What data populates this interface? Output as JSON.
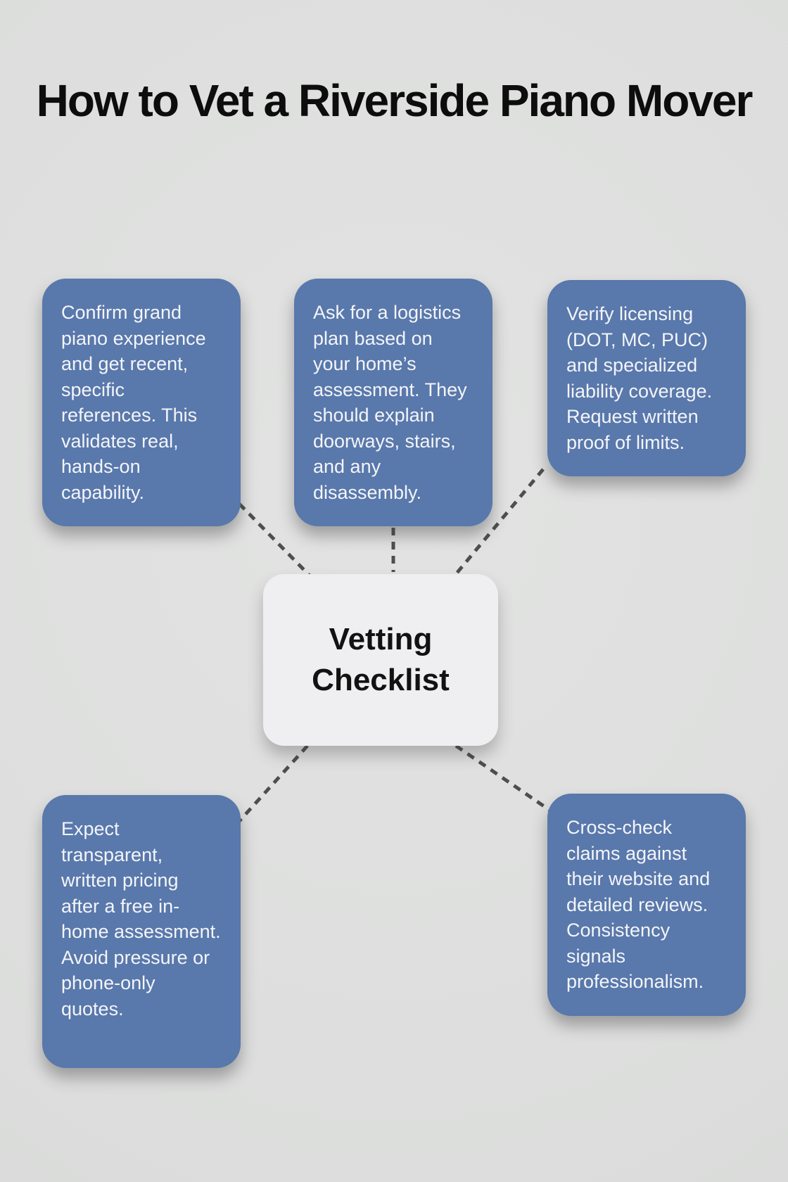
{
  "title": "How to Vet a Riverside Piano Mover",
  "center_node": {
    "label": "Vetting Checklist"
  },
  "nodes": [
    {
      "id": "experience",
      "text": "Confirm grand piano experience and get recent, specific references. This validates real, hands-on capability."
    },
    {
      "id": "logistics",
      "text": "Ask for a logistics plan based on your home’s assessment. They should explain doorways, stairs, and any disassembly."
    },
    {
      "id": "licensing",
      "text": "Verify licensing (DOT, MC, PUC) and specialized liability coverage. Request written proof of limits."
    },
    {
      "id": "pricing",
      "text": "Expect transparent, written pricing after a free in-home assessment. Avoid pressure or phone-only quotes."
    },
    {
      "id": "reviews",
      "text": "Cross-check claims against their website and detailed reviews. Consistency signals professionalism."
    }
  ],
  "colors": {
    "background": "#dcdddc",
    "node_fill": "#5978ab",
    "node_text": "#f3f5f9",
    "center_fill": "#efeff1",
    "center_text": "#121212",
    "connector": "#4e4e4e",
    "title": "#0d0d0d"
  }
}
